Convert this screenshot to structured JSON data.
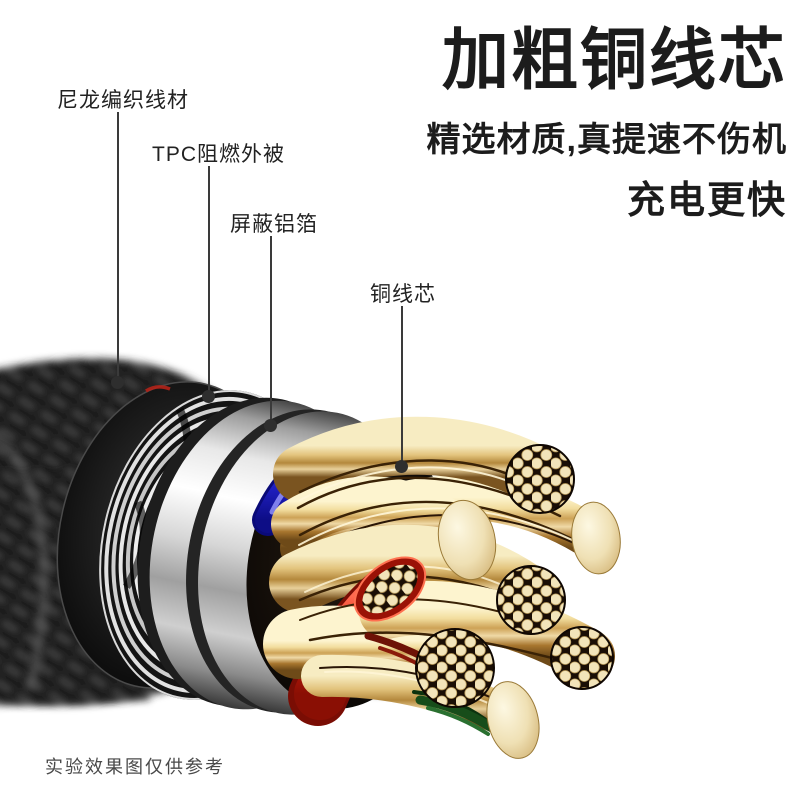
{
  "header": {
    "title": "加粗铜线芯",
    "subtitle_line1": "精选材质,真提速不伤机",
    "subtitle_line2": "充电更快"
  },
  "callouts": [
    {
      "label": "尼龙编织线材"
    },
    {
      "label": "TPC阻燃外被"
    },
    {
      "label": "屏蔽铝箔"
    },
    {
      "label": "铜线芯"
    }
  ],
  "footer": {
    "disclaimer": "实验效果图仅供参考"
  },
  "colors": {
    "title_text": "#1c1c1c",
    "label_text": "#222222",
    "callout_line": "#3a3a3a",
    "disclaimer_text": "#4a4a4a",
    "copper_light": "#f2e4ba",
    "copper_dark": "#6e4a18",
    "wire_blue": "#2525d5",
    "wire_red": "#e0200e",
    "wire_green": "#1e5c20",
    "metal_silver": "#d6d6d6",
    "nylon_black": "#0a0a0a"
  }
}
